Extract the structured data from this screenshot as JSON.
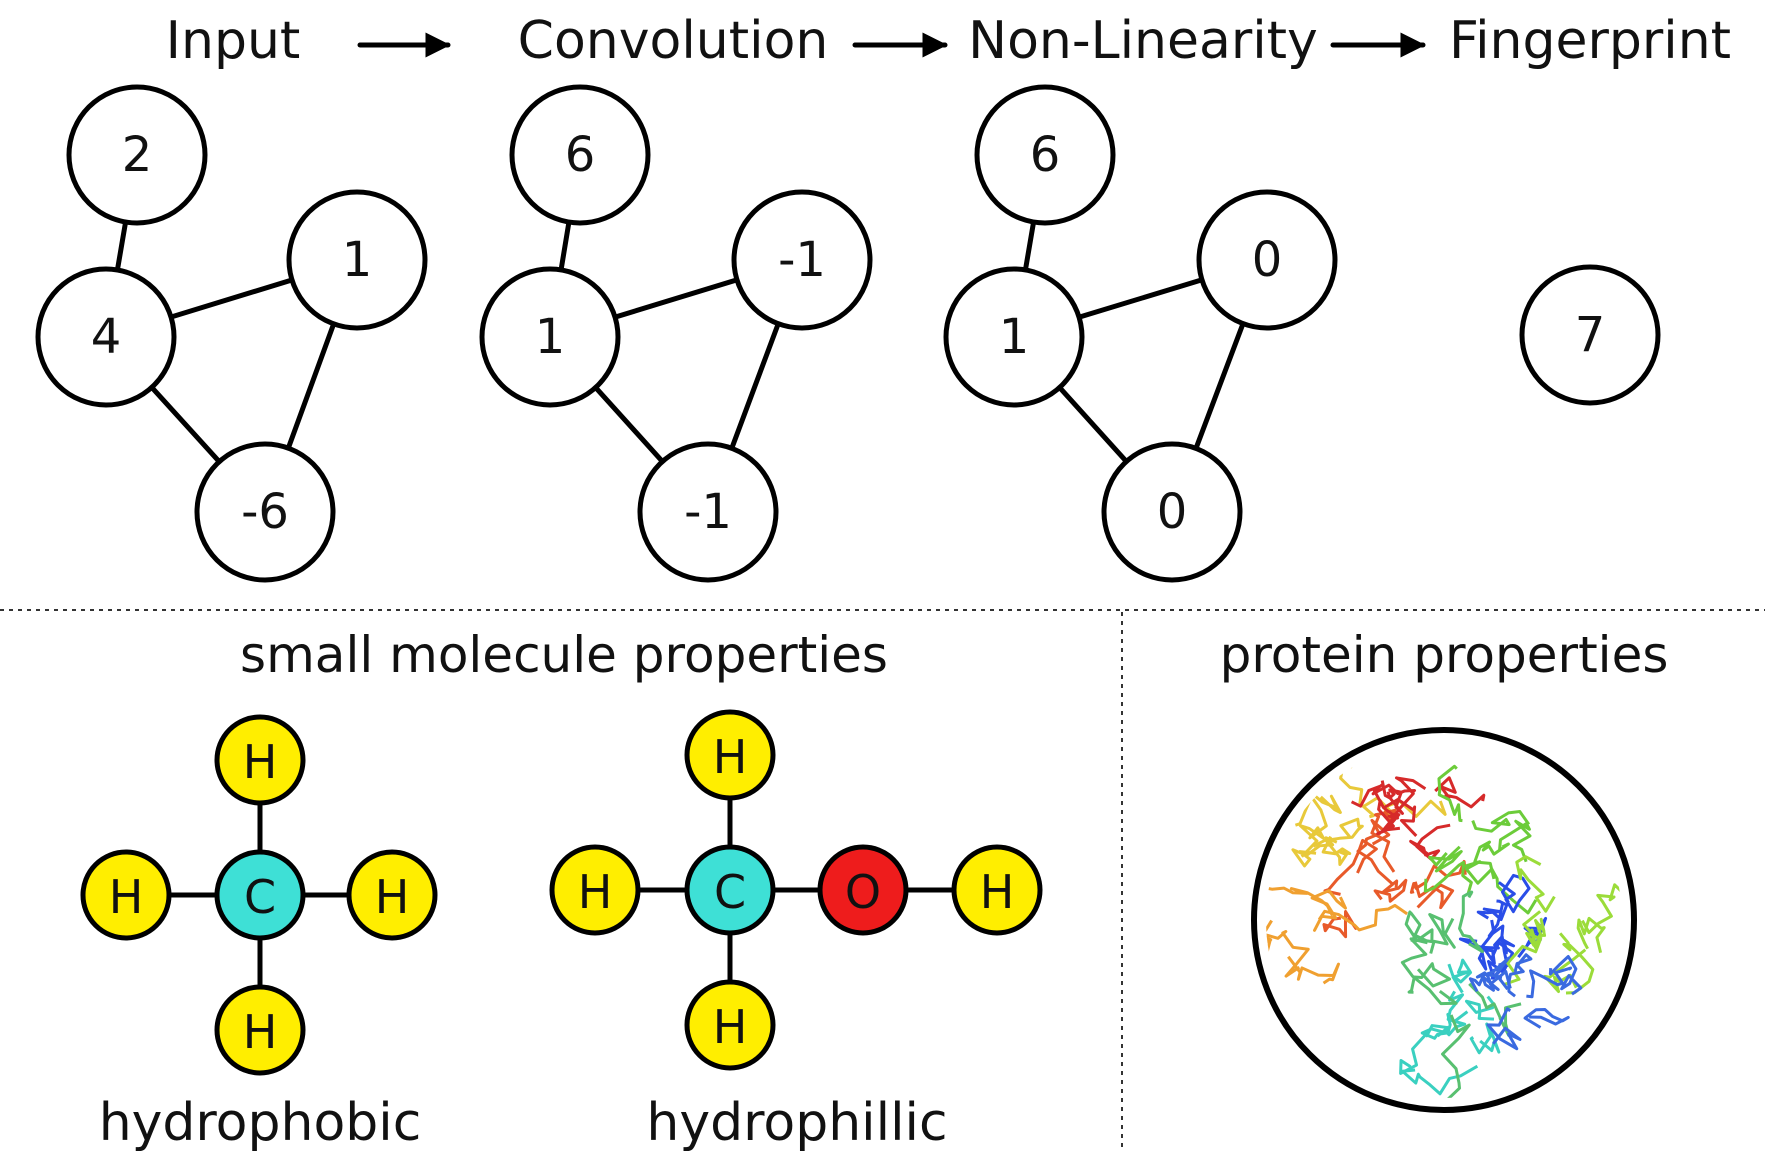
{
  "pipeline": {
    "stages": [
      "Input",
      "Convolution",
      "Non-Linearity",
      "Fingerprint"
    ]
  },
  "graphs": [
    {
      "name": "input",
      "values": [
        "2",
        "4",
        "1",
        "-6"
      ]
    },
    {
      "name": "convolution",
      "values": [
        "6",
        "1",
        "-1",
        "-1"
      ]
    },
    {
      "name": "non-linearity",
      "values": [
        "6",
        "1",
        "0",
        "0"
      ]
    }
  ],
  "fingerprint": {
    "value": "7"
  },
  "small_molecule": {
    "title": "small molecule properties",
    "hydrophobic": {
      "caption": "hydrophobic",
      "atoms": {
        "top": "H",
        "left": "H",
        "center": "C",
        "right": "H",
        "bottom": "H"
      }
    },
    "hydrophillic": {
      "caption": "hydrophillic",
      "atoms": {
        "top": "H",
        "left": "H",
        "center": "C",
        "oxygen": "O",
        "right": "H",
        "bottom": "H"
      }
    }
  },
  "protein": {
    "title": "protein properties"
  },
  "colors": {
    "hydrogen": "#ffee00",
    "carbon": "#3ee0d6",
    "oxygen": "#ee1c1c"
  }
}
